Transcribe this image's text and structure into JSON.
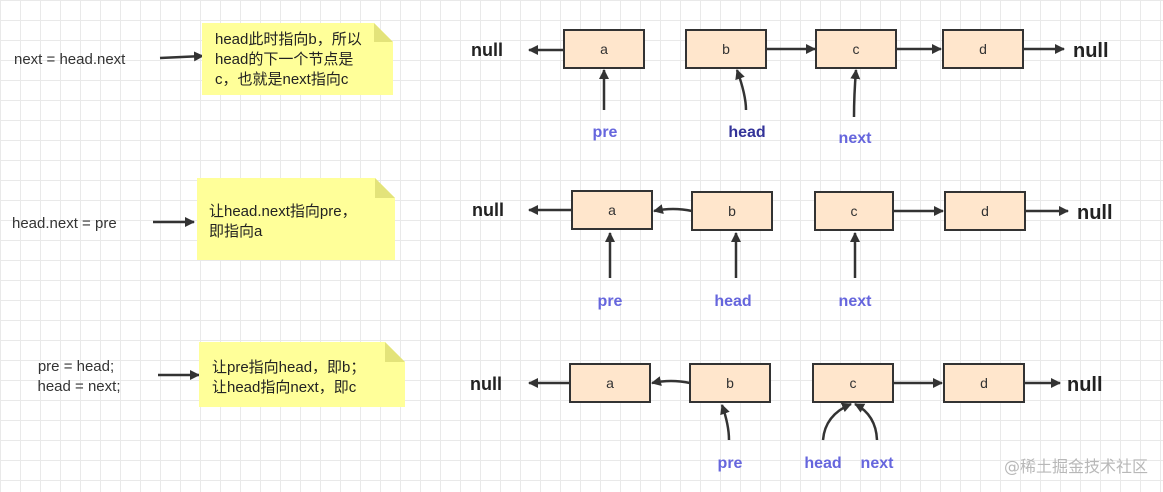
{
  "colors": {
    "node_fill": "#ffe6cc",
    "node_stroke": "#333333",
    "note_fill": "#ffff99",
    "pointer_label": "#6666dd",
    "head_label_row1": "#333399",
    "arrow": "#333333"
  },
  "rows": [
    {
      "code": [
        "next = head.next"
      ],
      "note": [
        "head此时指向b，所以",
        "head的下一个节点是",
        "c，也就是next指向c"
      ],
      "nodes": [
        "a",
        "b",
        "c",
        "d"
      ],
      "null_left": "null",
      "null_right": "null",
      "pointers": {
        "pre": "pre",
        "head": "head",
        "next": "next"
      }
    },
    {
      "code": [
        "head.next = pre"
      ],
      "note": [
        "让head.next指向pre，",
        "即指向a"
      ],
      "nodes": [
        "a",
        "b",
        "c",
        "d"
      ],
      "null_left": "null",
      "null_right": "null",
      "pointers": {
        "pre": "pre",
        "head": "head",
        "next": "next"
      }
    },
    {
      "code": [
        "pre = head;",
        "head = next;"
      ],
      "note": [
        "让pre指向head，即b；",
        "让head指向next，即c"
      ],
      "nodes": [
        "a",
        "b",
        "c",
        "d"
      ],
      "null_left": "null",
      "null_right": "null",
      "pointers": {
        "pre": "pre",
        "head": "head",
        "next": "next"
      }
    }
  ],
  "watermark": "@稀土掘金技术社区"
}
